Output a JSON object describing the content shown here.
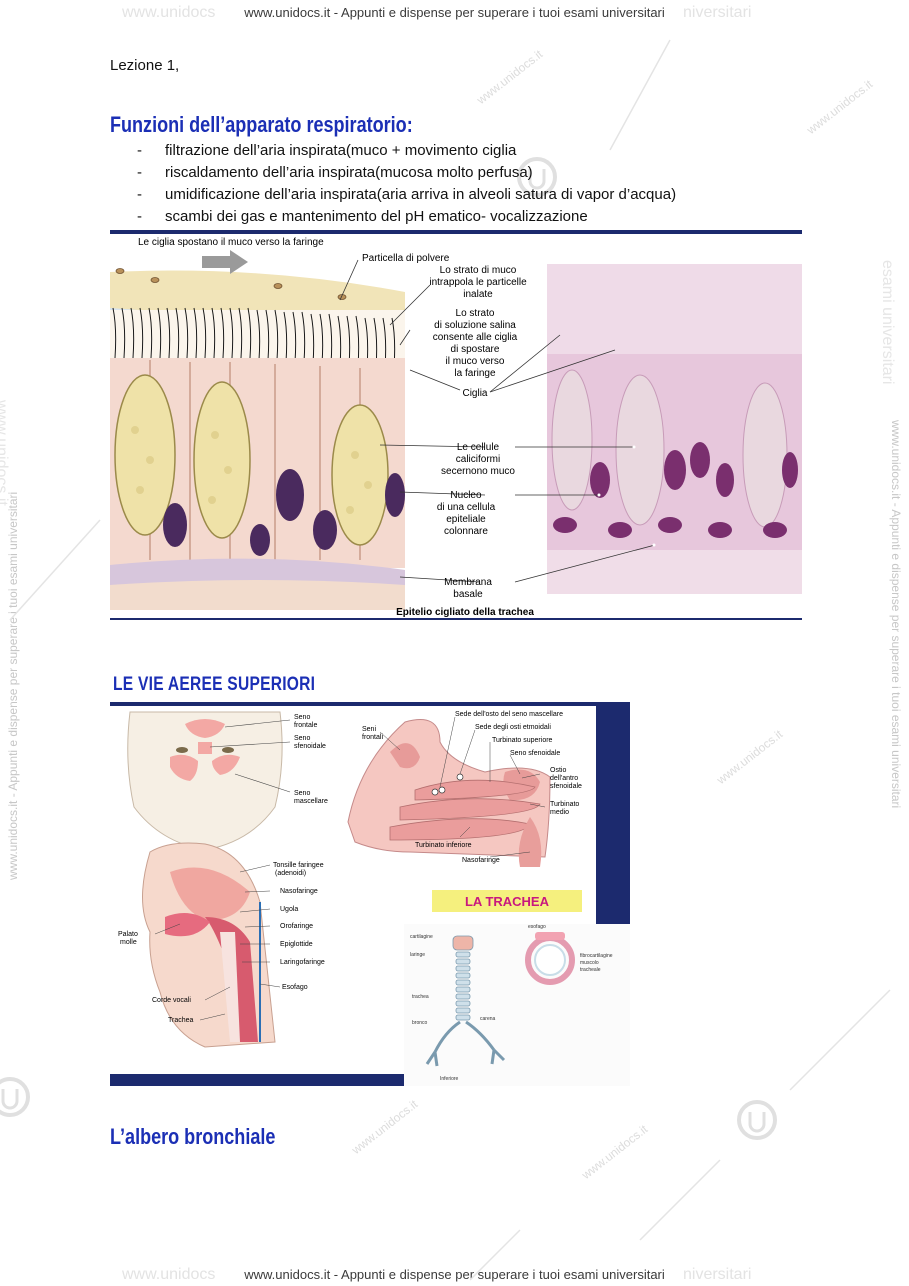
{
  "header": {
    "ghost_left": "www.unidocs",
    "text": "www.unidocs.it - Appunti e dispense per superare i tuoi esami universitari",
    "ghost_right": "niversitari"
  },
  "footer": {
    "ghost_left": "www.unidocs",
    "text": "www.unidocs.it - Appunti e dispense per superare i tuoi esami universitari",
    "ghost_right": "niversitari"
  },
  "side_watermark": "www.unidocs.it - Appunti e dispense per superare i tuoi esami universitari",
  "side_ghost_left": "www.unidocs.it",
  "side_ghost_right": "esami universitari",
  "diag_watermark": "www.unidocs.it",
  "lezione": "Lezione 1,",
  "section1": {
    "title": "Funzioni dell’apparato respiratorio:",
    "items": [
      "filtrazione dell’aria inspirata(muco + movimento ciglia",
      "riscaldamento dell’aria inspirata(mucosa molto perfusa)",
      "umidificazione dell’aria inspirata(aria arriva in alveoli satura di vapor d’acqua)",
      "scambi dei gas e mantenimento del pH ematico- vocalizzazione"
    ]
  },
  "figure1": {
    "top_label": "Le ciglia spostano il muco verso la faringe",
    "particella": "Particella di polvere",
    "strato_muco": [
      "Lo strato di muco",
      "intrappola le particelle",
      "inalate"
    ],
    "strato_soluzione": [
      "Lo strato",
      "di soluzione salina",
      "consente alle ciglia",
      "di spostare",
      "il muco verso",
      "la faringe"
    ],
    "ciglia": "Ciglia",
    "caliciformi": [
      "Le cellule",
      "caliciformi",
      "secernono muco"
    ],
    "nucleo": [
      "Nucleo",
      "di una cellula",
      "epiteliale",
      "colonnare"
    ],
    "membrana": [
      "Membrana",
      "basale"
    ],
    "caption": "Epitelio cigliato della trachea"
  },
  "section2": {
    "title": "LE VIE AEREE SUPERIORI"
  },
  "figure2": {
    "face_labels": [
      "Seno",
      "frontale",
      "Seno",
      "sfenoidale",
      "Seno",
      "mascellare"
    ],
    "nose_labels": {
      "seni_frontali": [
        "Seni",
        "frontali"
      ],
      "sede_osto": "Sede dell'osto del seno mascellare",
      "sede_osti": "Sede degli osti etmoidali",
      "turbinato_sup": "Turbinato superiore",
      "seno_sfen": "Seno sfenoidale",
      "ostio": [
        "Ostio",
        "dell'antro",
        "sfenoidale"
      ],
      "turbinato_medio": [
        "Turbinato",
        "medio"
      ],
      "turbinato_inf": "Turbinato inferiore",
      "nasofaringe": "Nasofaringe"
    },
    "side_labels": [
      "Tonsille faringee",
      "(adenoidi)",
      "Nasofaringe",
      "Ugola",
      "Orofaringe",
      "Epiglottide",
      "Laringofaringe",
      "Esofago"
    ],
    "palato": [
      "Palato",
      "molle"
    ],
    "corde": "Corde vocali",
    "trachea_label": "Trachea",
    "trachea_title": "LA TRACHEA",
    "trachea_small_labels": [
      "cartilagine",
      "laringe",
      "esofago",
      "trachea",
      "carena",
      "bronco",
      "Inferiore",
      "fibrocartilagine",
      "muscolo",
      "tracheale"
    ]
  },
  "section3": {
    "title": "L’albero bronchiale"
  }
}
